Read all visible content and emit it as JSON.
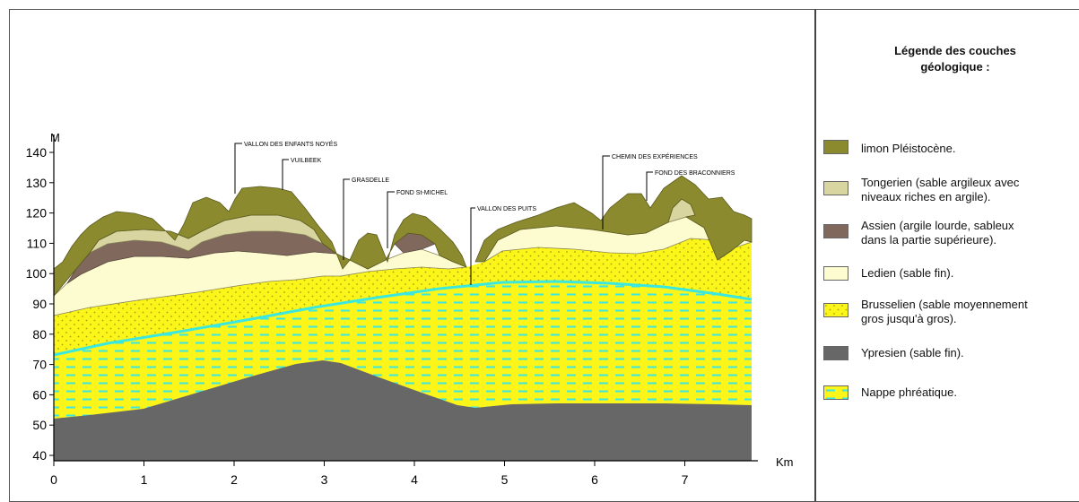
{
  "diagram": {
    "y_unit": "M",
    "x_unit": "Km",
    "y_ticks": [
      "40",
      "50",
      "60",
      "70",
      "80",
      "90",
      "100",
      "110",
      "120",
      "130",
      "140"
    ],
    "x_ticks": [
      "0",
      "1",
      "2",
      "3",
      "4",
      "5",
      "6",
      "7"
    ],
    "place_labels": [
      {
        "text": "VALLON DES ENFANTS NOYÉS"
      },
      {
        "text": "VUILBEEK"
      },
      {
        "text": "GRASDELLE"
      },
      {
        "text": "FOND St-MICHEL"
      },
      {
        "text": "VALLON DES PUITS"
      },
      {
        "text": "CHEMIN DES EXPÉRIENCES"
      },
      {
        "text": "FOND DES BRACONNIERS"
      }
    ],
    "colors": {
      "limon": "#8c8a2e",
      "tongerien": "#d8d5a0",
      "assien": "#80695c",
      "ledien": "#fdfbd0",
      "brusselien": "#fbf51a",
      "ypresien": "#676767",
      "nappe": "#3be8e0"
    }
  },
  "legend": {
    "title_line1": "Légende des couches",
    "title_line2": "géologique :",
    "items": [
      {
        "line1": "limon Pléistocène.",
        "line2": ""
      },
      {
        "line1": "Tongerien (sable argileux avec",
        "line2": "niveaux riches en argile)."
      },
      {
        "line1": "Assien (argile lourde, sableux",
        "line2": "dans la partie supérieure)."
      },
      {
        "line1": "Ledien (sable fin).",
        "line2": ""
      },
      {
        "line1": "Brusselien (sable moyennement",
        "line2": "gros jusqu'à gros)."
      },
      {
        "line1": "Ypresien (sable fin).",
        "line2": ""
      },
      {
        "line1": "Nappe phréatique.",
        "line2": ""
      }
    ]
  }
}
